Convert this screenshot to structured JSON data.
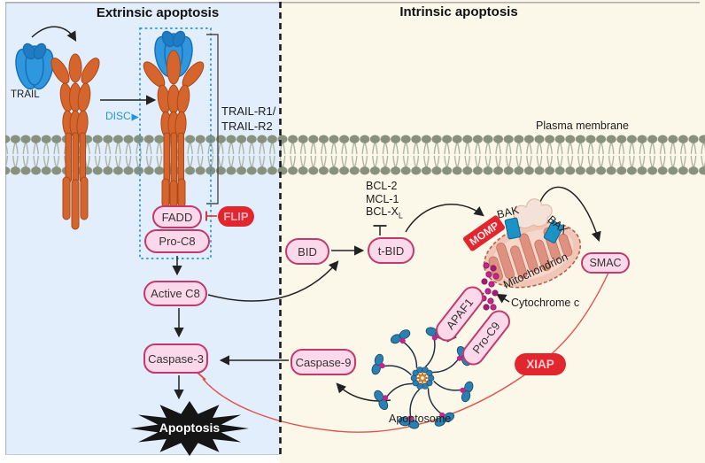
{
  "titles": {
    "extrinsic": "Extrinsic apoptosis",
    "intrinsic": "Intrinsic apoptosis"
  },
  "membrane": {
    "label": "Plasma membrane"
  },
  "extrinsic": {
    "ligand": "TRAIL",
    "disc": "DISC",
    "receptor_line1": "TRAIL-R1/",
    "receptor_line2": "TRAIL-R2",
    "fadd": "FADD",
    "flip": "FLIP",
    "pro_c8": "Pro-C8",
    "active_c8": "Active C8",
    "caspase3": "Caspase-3",
    "outcome": "Apoptosis"
  },
  "intrinsic": {
    "bid": "BID",
    "tbid": "t-BID",
    "bcl_inhibitors": [
      "BCL-2",
      "MCL-1",
      "BCL-X"
    ],
    "bcl_subscript": "L",
    "momp": "MOMP",
    "bak": "BAK",
    "bax": "BAX",
    "mitochondrion": "Mitochondrion",
    "cytochrome_c": "Cytochrome c",
    "smac": "SMAC",
    "xiap": "XIAP",
    "apaf1": "APAF1",
    "pro_c9": "Pro-C9",
    "caspase9": "Caspase-9",
    "apoptosome": "Apoptosome"
  },
  "colors": {
    "left_bg": "#e2eefb",
    "right_bg": "#fbf8ea",
    "pill_fill": "#fcd9ea",
    "pill_border": "#c23a6b",
    "inhibitor_red": "#e1262d",
    "receptor_orange": "#d5652c",
    "trail_blue": "#2e97de",
    "disc_blue": "#2793dd",
    "membrane_gray": "#8b9382",
    "cytochrome_magenta": "#c32588",
    "apoptosome_blue": "#2b7fb2",
    "inhibition_line_red": "#e0534b"
  }
}
